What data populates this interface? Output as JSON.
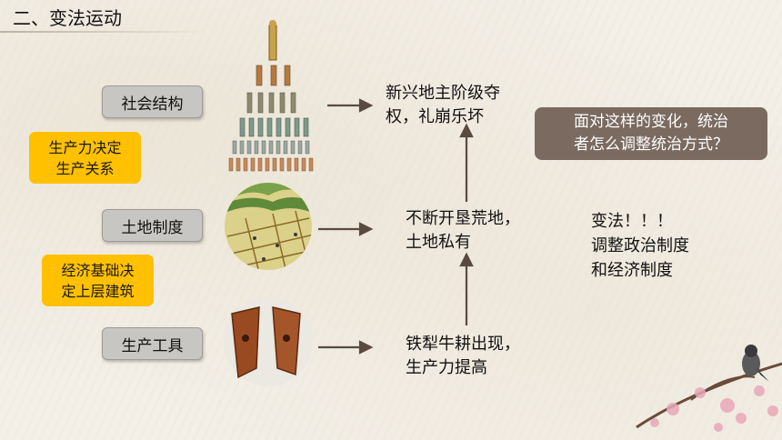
{
  "title": "二、变法运动",
  "labels": {
    "social": "社会结构",
    "land": "土地制度",
    "tools": "生产工具"
  },
  "yellow": {
    "productivity_line1": "生产力决定",
    "productivity_line2": "生产关系",
    "economy_line1": "经济基础决",
    "economy_line2": "定上层建筑"
  },
  "results": {
    "top_line1": "新兴地主阶级夺",
    "top_line2": "权，礼崩乐坏",
    "middle_line1": "不断开垦荒地，",
    "middle_line2": "土地私有",
    "bottom_line1": "铁犁牛耕出现，",
    "bottom_line2": "生产力提高"
  },
  "question": {
    "line1": "面对这样的变化，统治",
    "line2": "者怎么调整统治方式？"
  },
  "answer": {
    "line1": "变法！！！",
    "line2": "调整政治制度",
    "line3": "和经济制度"
  },
  "colors": {
    "yellow": "#ffc000",
    "label_gray": "#c8c6c2",
    "question_bg": "#7a6a60",
    "arrow": "#5a4a40"
  },
  "icons": {
    "pyramid": "social-pyramid-icon",
    "fields": "farmland-icon",
    "plough": "iron-plough-icon",
    "bird": "bird-branch-icon"
  }
}
